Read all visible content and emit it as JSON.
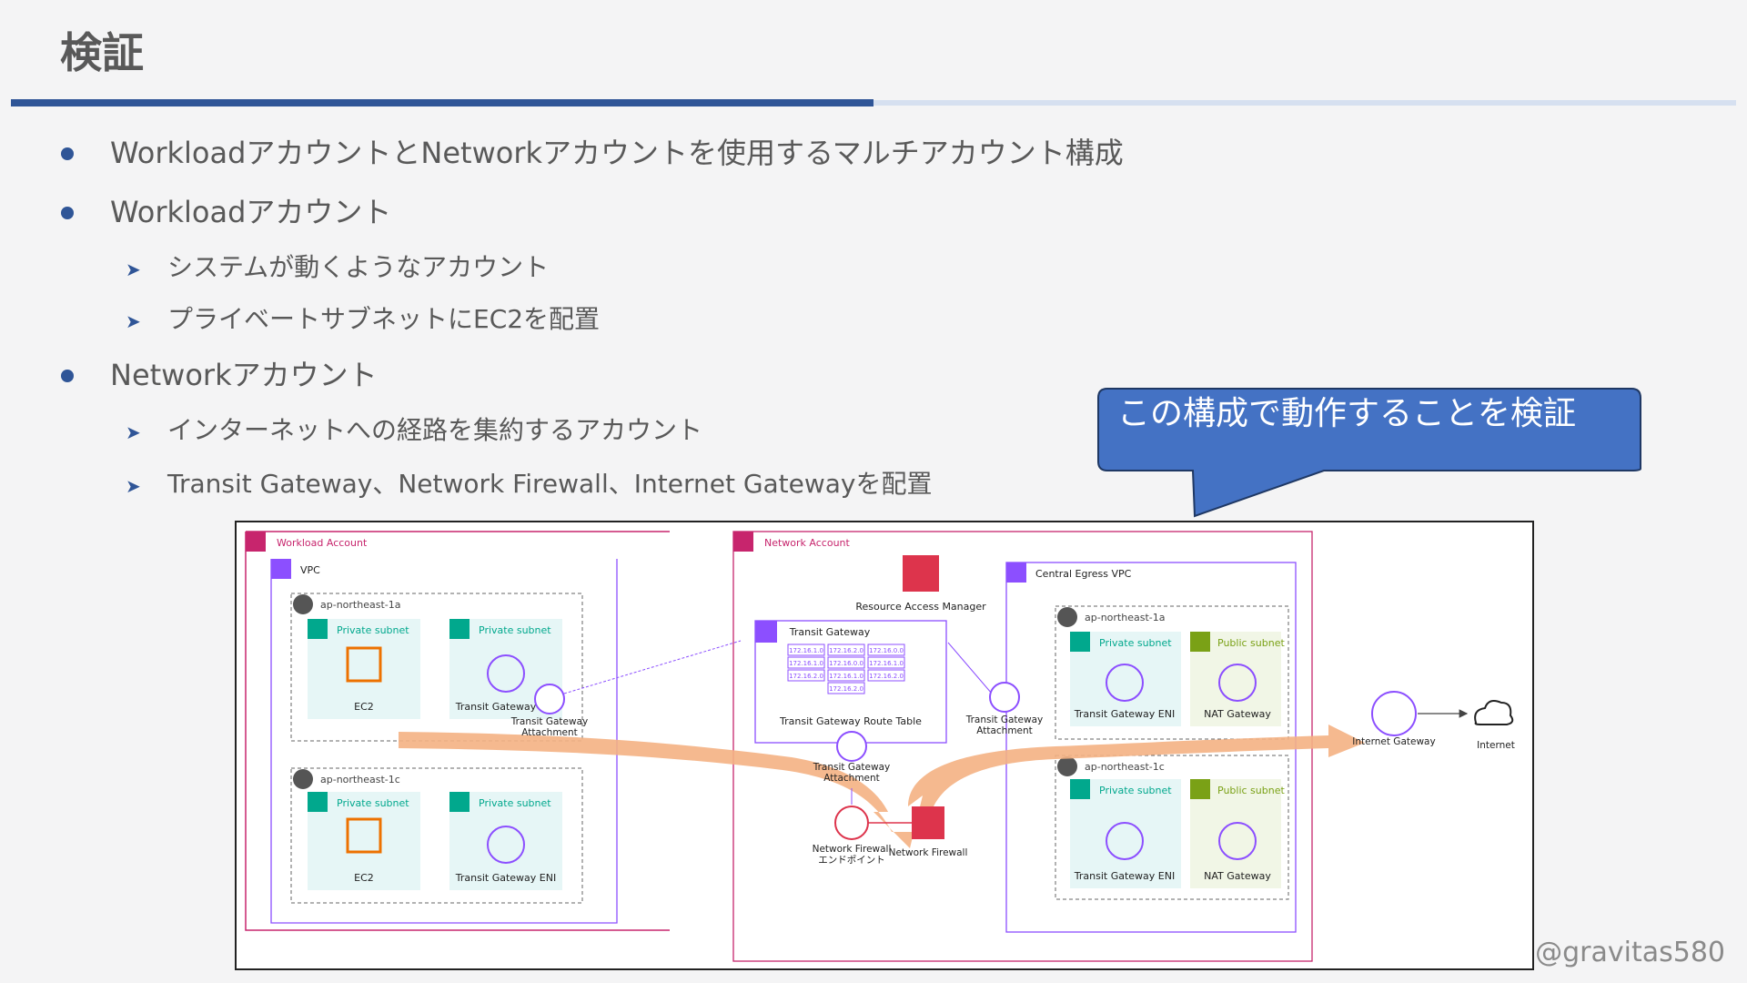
{
  "slide": {
    "title": "検証",
    "handle": "@gravitas580"
  },
  "bullets": {
    "b1": "WorkloadアカウントとNetworkアカウントを使用するマルチアカウント構成",
    "b2": "Workloadアカウント",
    "b2_1": "システムが動くようなアカウント",
    "b2_2": "プライベートサブネットにEC2を配置",
    "b3": "Networkアカウント",
    "b3_1": "インターネットへの経路を集約するアカウント",
    "b3_2": "Transit Gateway、Network Firewall、Internet Gatewayを配置"
  },
  "callout": {
    "text": "この構成で動作することを検証",
    "color": "#4472c4"
  },
  "diagram": {
    "workload_account": "Workload Account",
    "vpc": "VPC",
    "az1": "ap-northeast-1a",
    "az2": "ap-northeast-1c",
    "private_subnet": "Private subnet",
    "public_subnet": "Public subnet",
    "ec2": "EC2",
    "tgw_eni": "Transit Gateway ENI",
    "tgw_attachment_1": "Transit Gateway",
    "tgw_attachment_2": "Attachment",
    "network_account": "Network Account",
    "ram": "Resource Access Manager",
    "tgw": "Transit Gateway",
    "tgw_route_table": "Transit Gateway Route Table",
    "route_entries": [
      "172.16.1.0",
      "172.16.1.0",
      "172.16.2.0",
      "172.16.0.0",
      "172.16.1.0",
      "172.16.2.0",
      "172.16.0.0",
      "172.16.1.0",
      "172.16.2.0",
      "172.16.2.0"
    ],
    "nfw_endpoint_1": "Network Firewall",
    "nfw_endpoint_2": "エンドポイント",
    "network_firewall": "Network Firewall",
    "central_egress_vpc": "Central Egress VPC",
    "nat_gateway": "NAT Gateway",
    "internet_gateway": "Internet Gateway",
    "internet": "Internet",
    "colors": {
      "account": "#c7256d",
      "vpc": "#8c4fff",
      "private": "#01a88d",
      "public": "#7aa116",
      "ec2": "#ed7100",
      "ram": "#dd344c",
      "flow": "#f4b183"
    }
  }
}
